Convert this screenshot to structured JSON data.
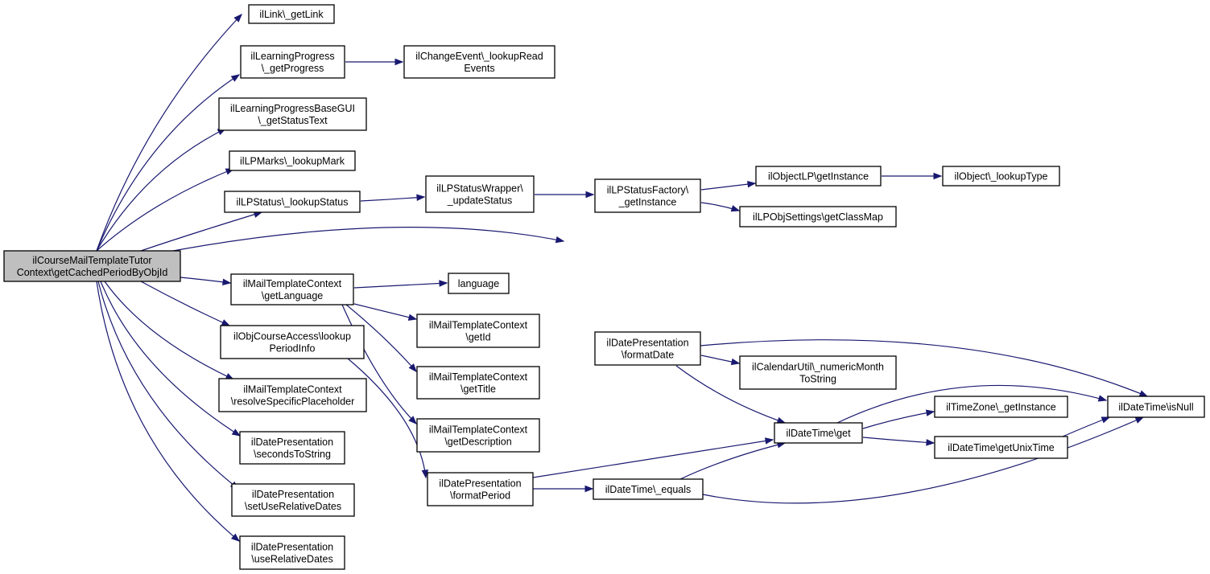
{
  "diagram": {
    "nodes": [
      {
        "id": "root",
        "lines": [
          "ilCourseMailTemplateTutor",
          "Context\\getCachedPeriodByObjId"
        ],
        "root": true
      },
      {
        "id": "getLink",
        "lines": [
          "ilLink\\_getLink"
        ]
      },
      {
        "id": "getProgress",
        "lines": [
          "ilLearningProgress",
          "\\_getProgress"
        ]
      },
      {
        "id": "lookupReadEvents",
        "lines": [
          "ilChangeEvent\\_lookupRead",
          "Events"
        ]
      },
      {
        "id": "getStatusText",
        "lines": [
          "ilLearningProgressBaseGUI",
          "\\_getStatusText"
        ]
      },
      {
        "id": "lookupMark",
        "lines": [
          "ilLPMarks\\_lookupMark"
        ]
      },
      {
        "id": "lookupStatus",
        "lines": [
          "ilLPStatus\\_lookupStatus"
        ]
      },
      {
        "id": "updateStatus",
        "lines": [
          "ilLPStatusWrapper\\",
          "_updateStatus"
        ]
      },
      {
        "id": "sfGetInstance",
        "lines": [
          "ilLPStatusFactory\\",
          "_getInstance"
        ]
      },
      {
        "id": "olpGetInstance",
        "lines": [
          "ilObjectLP\\getInstance"
        ]
      },
      {
        "id": "lookupType",
        "lines": [
          "ilObject\\_lookupType"
        ]
      },
      {
        "id": "getClassMap",
        "lines": [
          "ilLPObjSettings\\getClassMap"
        ]
      },
      {
        "id": "getLanguage",
        "lines": [
          "ilMailTemplateContext",
          "\\getLanguage"
        ]
      },
      {
        "id": "language",
        "lines": [
          "language"
        ]
      },
      {
        "id": "getId",
        "lines": [
          "ilMailTemplateContext",
          "\\getId"
        ]
      },
      {
        "id": "getTitle",
        "lines": [
          "ilMailTemplateContext",
          "\\getTitle"
        ]
      },
      {
        "id": "getDescription",
        "lines": [
          "ilMailTemplateContext",
          "\\getDescription"
        ]
      },
      {
        "id": "lookupPeriodInfo",
        "lines": [
          "ilObjCourseAccess\\lookup",
          "PeriodInfo"
        ]
      },
      {
        "id": "resolvePlaceholder",
        "lines": [
          "ilMailTemplateContext",
          "\\resolveSpecificPlaceholder"
        ]
      },
      {
        "id": "secondsToString",
        "lines": [
          "ilDatePresentation",
          "\\secondsToString"
        ]
      },
      {
        "id": "setUseRelativeDates",
        "lines": [
          "ilDatePresentation",
          "\\setUseRelativeDates"
        ]
      },
      {
        "id": "useRelativeDates",
        "lines": [
          "ilDatePresentation",
          "\\useRelativeDates"
        ]
      },
      {
        "id": "formatDate",
        "lines": [
          "ilDatePresentation",
          "\\formatDate"
        ]
      },
      {
        "id": "numericMonth",
        "lines": [
          "ilCalendarUtil\\_numericMonth",
          "ToString"
        ]
      },
      {
        "id": "dtGet",
        "lines": [
          "ilDateTime\\get"
        ]
      },
      {
        "id": "tzGetInstance",
        "lines": [
          "ilTimeZone\\_getInstance"
        ]
      },
      {
        "id": "getUnixTime",
        "lines": [
          "ilDateTime\\getUnixTime"
        ]
      },
      {
        "id": "isNull",
        "lines": [
          "ilDateTime\\isNull"
        ]
      },
      {
        "id": "formatPeriod",
        "lines": [
          "ilDatePresentation",
          "\\formatPeriod"
        ]
      },
      {
        "id": "equals",
        "lines": [
          "ilDateTime\\_equals"
        ]
      }
    ],
    "edges": [
      [
        "root",
        "getLink"
      ],
      [
        "root",
        "getProgress"
      ],
      [
        "root",
        "getStatusText"
      ],
      [
        "root",
        "lookupMark"
      ],
      [
        "root",
        "lookupStatus"
      ],
      [
        "root",
        "formatDate"
      ],
      [
        "root",
        "getLanguage"
      ],
      [
        "root",
        "lookupPeriodInfo"
      ],
      [
        "root",
        "resolvePlaceholder"
      ],
      [
        "root",
        "secondsToString"
      ],
      [
        "root",
        "setUseRelativeDates"
      ],
      [
        "root",
        "useRelativeDates"
      ],
      [
        "getProgress",
        "lookupReadEvents"
      ],
      [
        "lookupStatus",
        "updateStatus"
      ],
      [
        "updateStatus",
        "sfGetInstance"
      ],
      [
        "sfGetInstance",
        "olpGetInstance"
      ],
      [
        "sfGetInstance",
        "getClassMap"
      ],
      [
        "olpGetInstance",
        "lookupType"
      ],
      [
        "getLanguage",
        "language"
      ],
      [
        "getLanguage",
        "getId"
      ],
      [
        "getLanguage",
        "getTitle"
      ],
      [
        "getLanguage",
        "getDescription"
      ],
      [
        "lookupPeriodInfo",
        "formatPeriod"
      ],
      [
        "formatDate",
        "isNull"
      ],
      [
        "formatDate",
        "numericMonth"
      ],
      [
        "formatDate",
        "dtGet"
      ],
      [
        "dtGet",
        "isNull"
      ],
      [
        "dtGet",
        "tzGetInstance"
      ],
      [
        "dtGet",
        "getUnixTime"
      ],
      [
        "getUnixTime",
        "isNull"
      ],
      [
        "formatPeriod",
        "dtGet"
      ],
      [
        "formatPeriod",
        "equals"
      ],
      [
        "equals",
        "dtGet"
      ],
      [
        "equals",
        "isNull"
      ]
    ]
  }
}
